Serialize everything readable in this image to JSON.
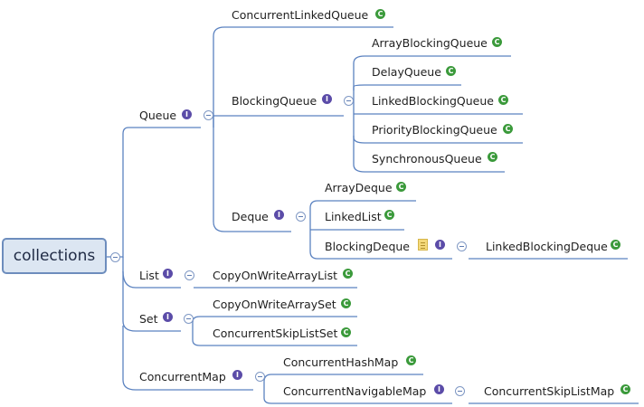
{
  "root": {
    "label": "collections"
  },
  "badges": {
    "interface": "I",
    "class": "C"
  },
  "nodes": {
    "queue": "Queue",
    "concurrent_linked_queue": "ConcurrentLinkedQueue",
    "blocking_queue": "BlockingQueue",
    "array_blocking_queue": "ArrayBlockingQueue",
    "delay_queue": "DelayQueue",
    "linked_blocking_queue": "LinkedBlockingQueue",
    "priority_blocking_queue": "PriorityBlockingQueue",
    "synchronous_queue": "SynchronousQueue",
    "deque": "Deque",
    "array_deque": "ArrayDeque",
    "linked_list": "LinkedList",
    "blocking_deque": "BlockingDeque",
    "linked_blocking_deque": "LinkedBlockingDeque",
    "list": "List",
    "copy_on_write_array_list": "CopyOnWriteArrayList",
    "set": "Set",
    "copy_on_write_array_set": "CopyOnWriteArraySet",
    "concurrent_skip_list_set": "ConcurrentSkipListSet",
    "concurrent_map": "ConcurrentMap",
    "concurrent_hash_map": "ConcurrentHashMap",
    "concurrent_navigable_map": "ConcurrentNavigableMap",
    "concurrent_skip_list_map": "ConcurrentSkipListMap"
  },
  "colors": {
    "line": "#5b82c0",
    "root_fill": "#dce6f2",
    "root_border": "#6d8dbd",
    "interface_badge": "#5b4ca8",
    "class_badge": "#3b9a3b"
  }
}
